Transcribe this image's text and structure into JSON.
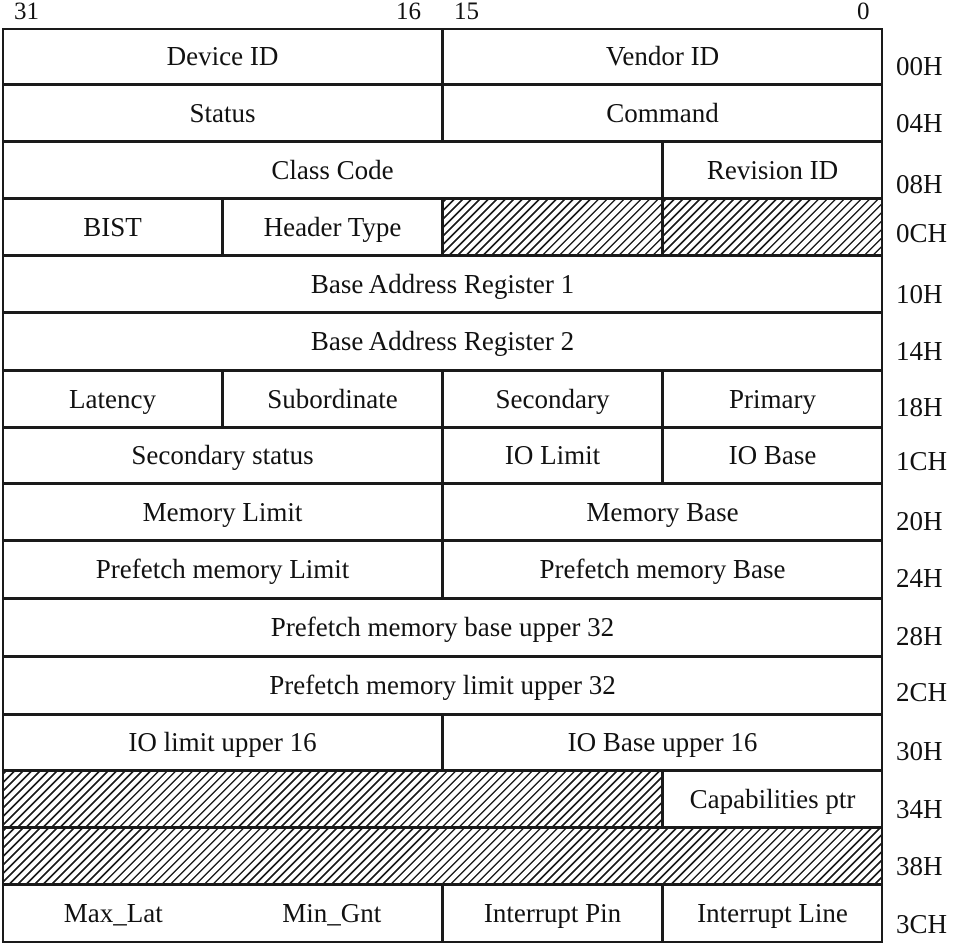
{
  "bit_labels": {
    "b31": "31",
    "b16": "16",
    "b15": "15",
    "b0": "0"
  },
  "rows": [
    {
      "offset": "00H",
      "cells": [
        "Device ID",
        "Vendor ID"
      ]
    },
    {
      "offset": "04H",
      "cells": [
        "Status",
        "Command"
      ]
    },
    {
      "offset": "08H",
      "cells": [
        "Class Code",
        "Revision ID"
      ]
    },
    {
      "offset": "0CH",
      "cells": [
        "BIST",
        "Header Type",
        "",
        ""
      ]
    },
    {
      "offset": "10H",
      "cells": [
        "Base Address Register 1"
      ]
    },
    {
      "offset": "14H",
      "cells": [
        "Base Address Register 2"
      ]
    },
    {
      "offset": "18H",
      "cells": [
        "Latency",
        "Subordinate",
        "Secondary",
        "Primary"
      ]
    },
    {
      "offset": "1CH",
      "cells": [
        "Secondary status",
        "IO Limit",
        "IO Base"
      ]
    },
    {
      "offset": "20H",
      "cells": [
        "Memory Limit",
        "Memory Base"
      ]
    },
    {
      "offset": "24H",
      "cells": [
        "Prefetch memory Limit",
        "Prefetch memory Base"
      ]
    },
    {
      "offset": "28H",
      "cells": [
        "Prefetch memory base upper 32"
      ]
    },
    {
      "offset": "2CH",
      "cells": [
        "Prefetch memory limit upper 32"
      ]
    },
    {
      "offset": "30H",
      "cells": [
        "IO limit upper 16",
        "IO Base upper 16"
      ]
    },
    {
      "offset": "34H",
      "cells": [
        "",
        "Capabilities ptr"
      ]
    },
    {
      "offset": "38H",
      "cells": [
        ""
      ]
    },
    {
      "offset": "3CH",
      "cells": [
        "Max_Lat",
        "Min_Gnt",
        "Interrupt Pin",
        "Interrupt Line"
      ]
    }
  ]
}
